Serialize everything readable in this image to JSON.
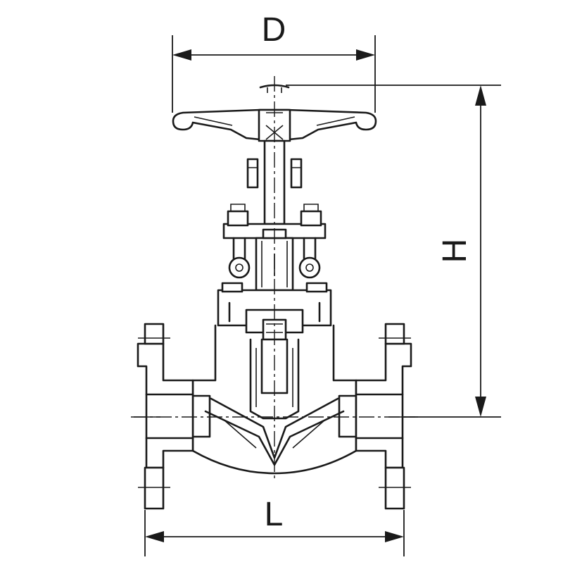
{
  "dimensions": {
    "handwheel_diameter_label": "D",
    "height_label": "H",
    "length_label": "L"
  },
  "colors": {
    "line": "#1a1a1a",
    "background": "#ffffff"
  }
}
